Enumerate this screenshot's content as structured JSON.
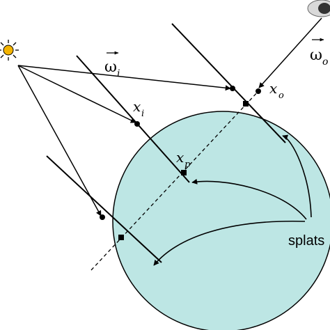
{
  "labels": {
    "omega_i": "ω",
    "omega_i_sub": "i",
    "omega_o": "ω",
    "omega_o_sub": "o",
    "x_i": "x",
    "x_i_sub": "i",
    "x_o": "x",
    "x_o_sub": "o",
    "x_p": "x",
    "x_p_sub": "p",
    "splats": "splats"
  },
  "colors": {
    "sphere_fill": "#bde6e4",
    "sphere_stroke": "#000000",
    "sun_fill": "#f4b400",
    "eye_fill": "#444444"
  },
  "icons": {
    "light_source": "sun-icon",
    "viewer": "eye-icon"
  }
}
